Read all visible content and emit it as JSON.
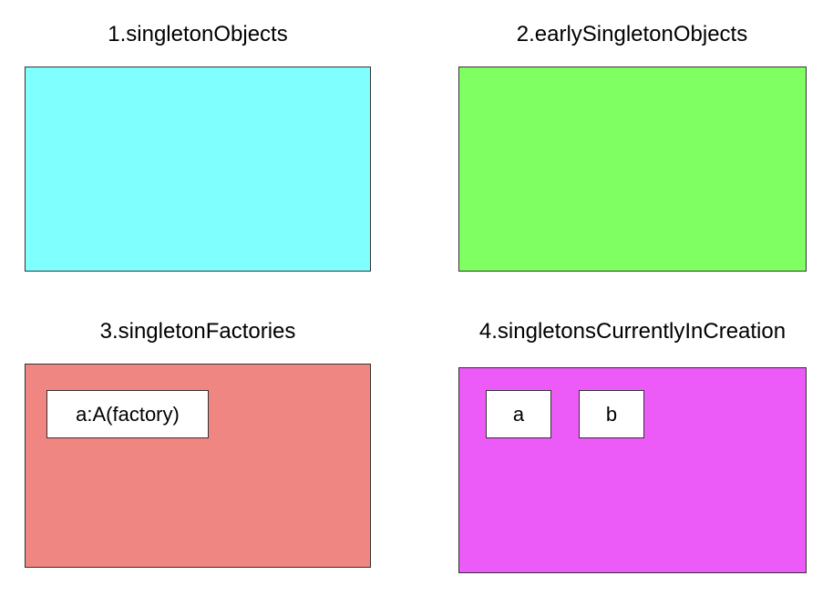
{
  "caches": {
    "singleton_objects": {
      "title": "1.singletonObjects",
      "color": "#80ffff"
    },
    "early_singleton_objects": {
      "title": "2.earlySingletonObjects",
      "color": "#80ff62"
    },
    "singleton_factories": {
      "title": "3.singletonFactories",
      "color": "#f08682",
      "items": [
        "a:A(factory)"
      ]
    },
    "singletons_currently_in_creation": {
      "title": "4.singletonsCurrentlyInCreation",
      "color": "#ec5af8",
      "items": [
        "a",
        "b"
      ]
    }
  }
}
